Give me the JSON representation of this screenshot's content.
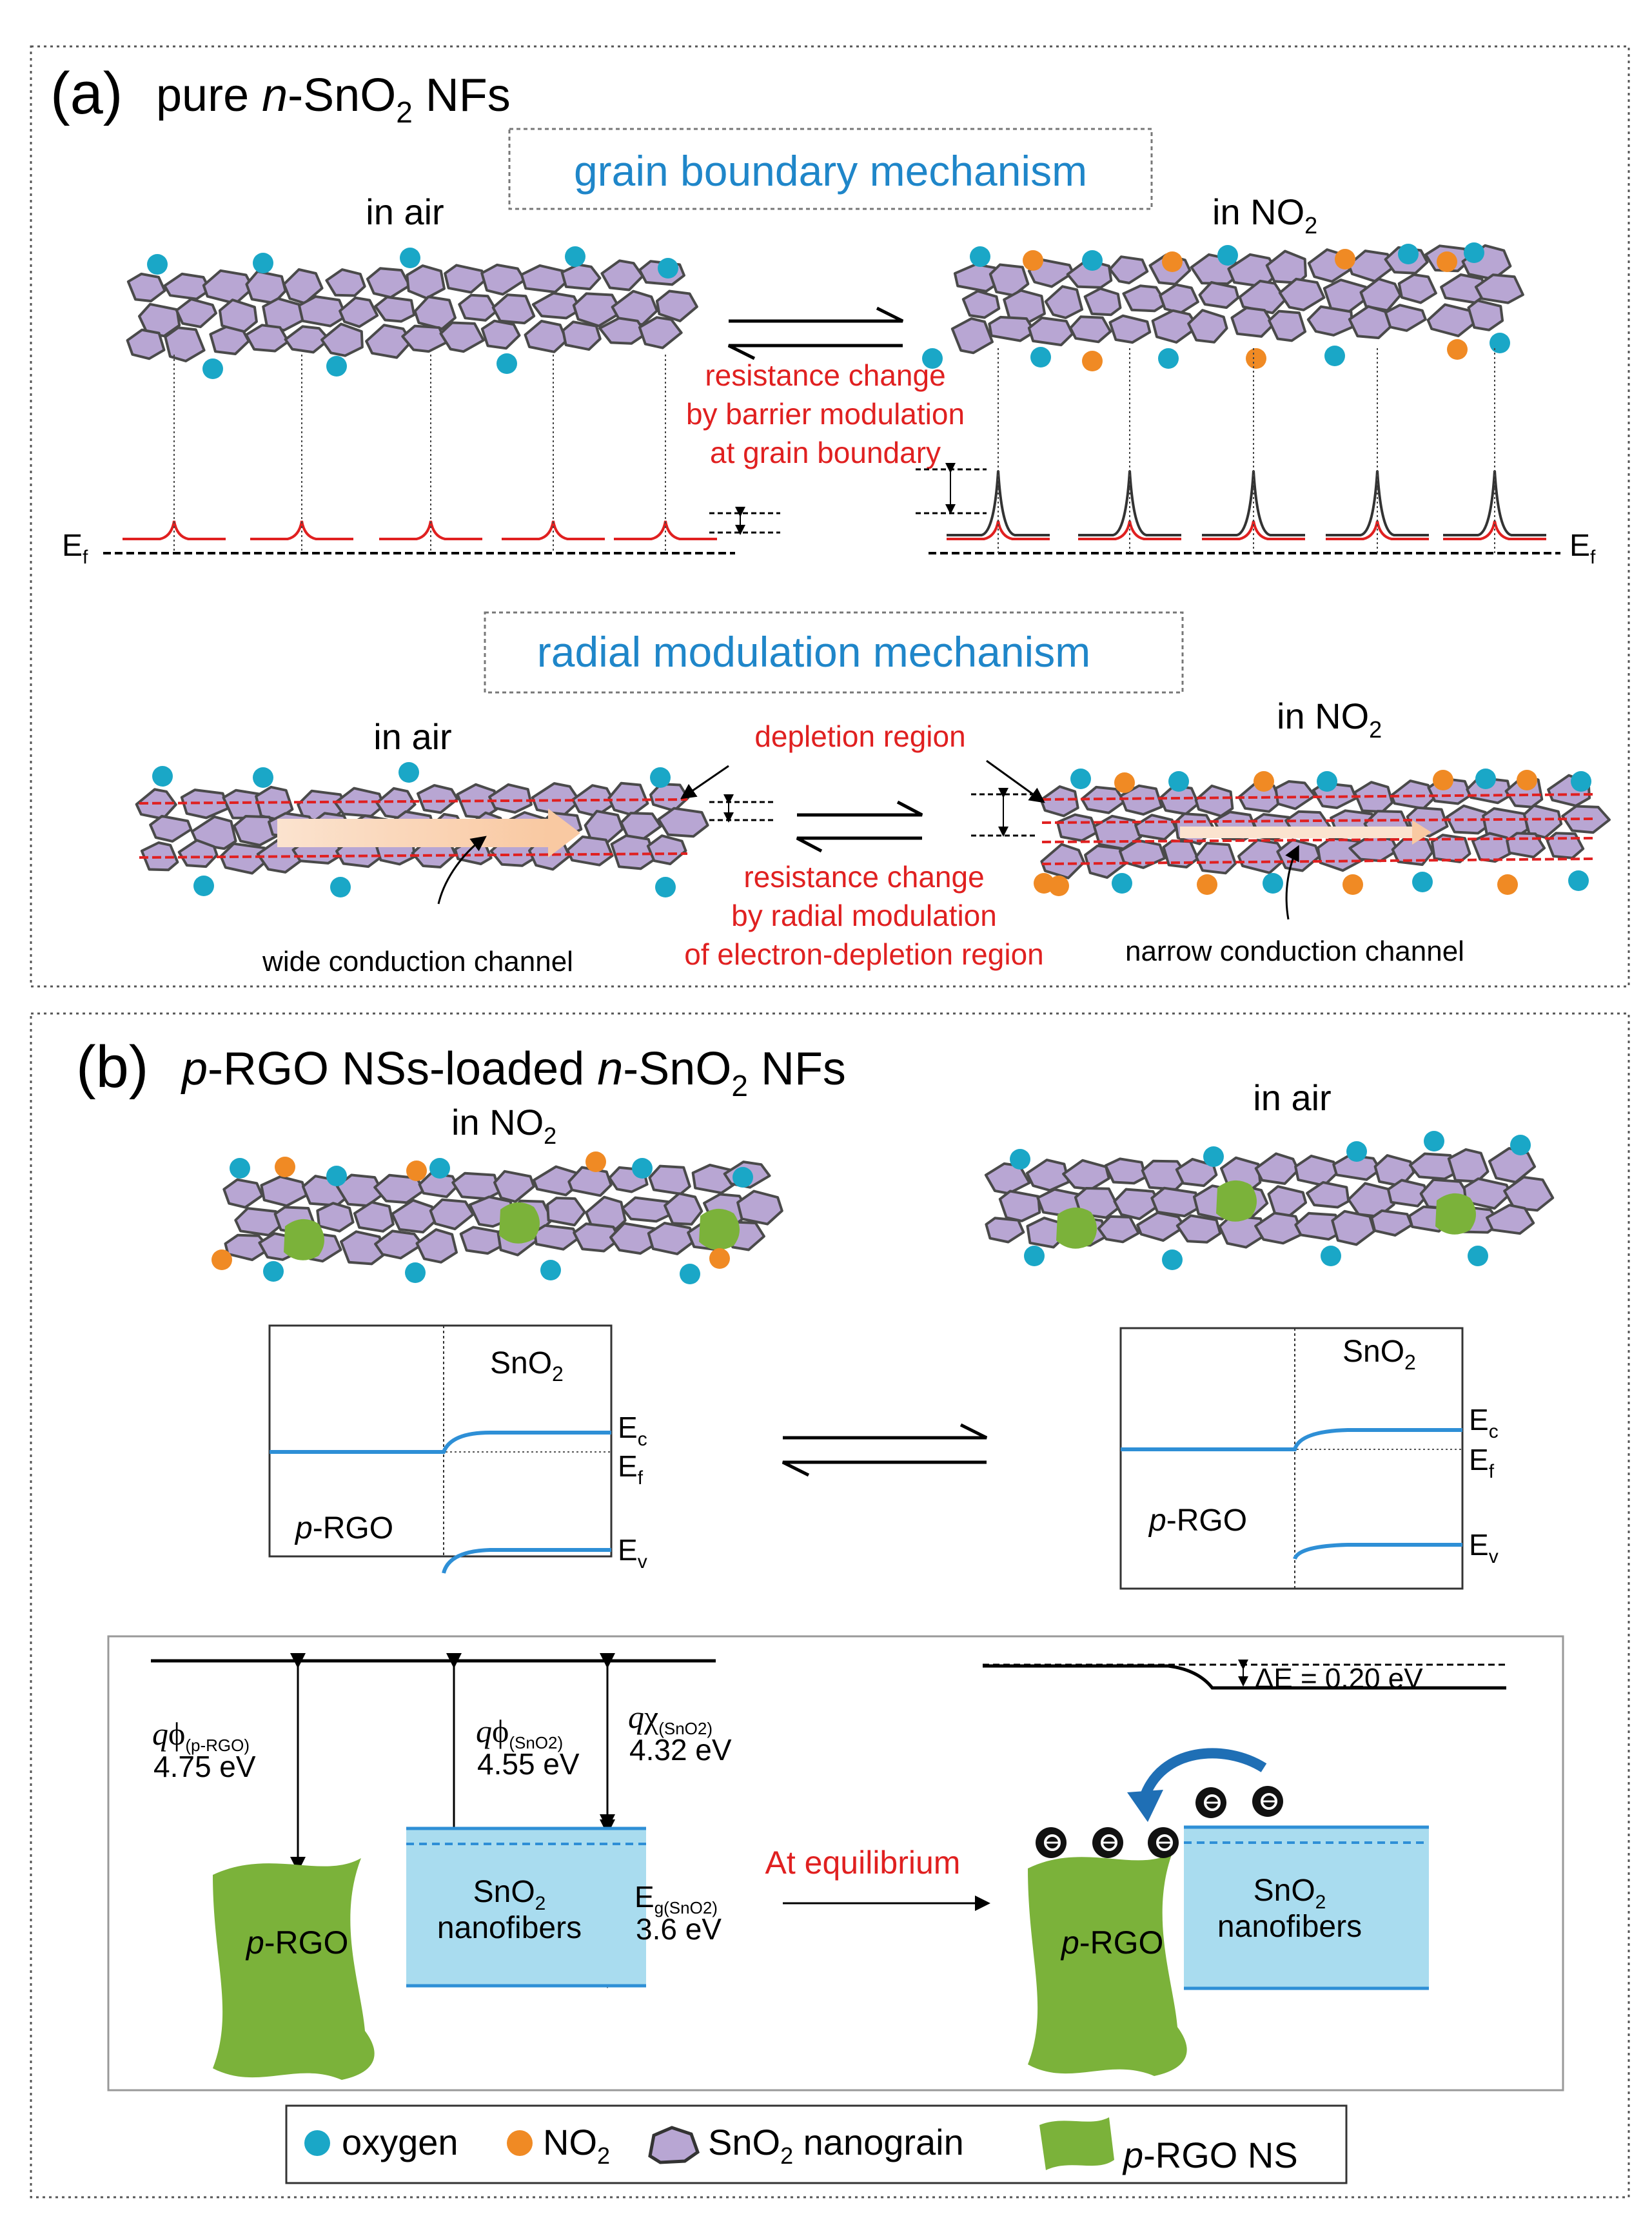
{
  "colors": {
    "grain_fill": "#b8a6d3",
    "grain_stroke": "#4a4a4a",
    "oxygen": "#1aa7c7",
    "no2": "#f08a24",
    "rgo_green": "#7bb23a",
    "sno2_box": "#a9dcef",
    "band_blue": "#2e8fd6",
    "red_text": "#e02020",
    "blue_text": "#1f86c9"
  },
  "panel_a": {
    "letter": "(a)",
    "title_prefix": "pure ",
    "title_italic": "n",
    "title_rest": "-SnO",
    "title_sub": "2",
    "title_end": " NFs",
    "grain_mech_title": "grain boundary mechanism",
    "in_air": "in air",
    "in_no2": "in NO",
    "no2_sub": "2",
    "gb_annotation": [
      "resistance change",
      "by barrier modulation",
      "at grain boundary"
    ],
    "ef": "E",
    "ef_sub": "f",
    "radial_mech_title": "radial modulation mechanism",
    "depletion_region": "depletion region",
    "radial_annotation": [
      "resistance change",
      "by radial modulation",
      "of electron-depletion region"
    ],
    "wide_channel": "wide conduction channel",
    "narrow_channel": "narrow conduction channel"
  },
  "panel_b": {
    "letter": "(b)",
    "title_italic_p": "p",
    "title_mid": "-RGO NSs-loaded ",
    "title_italic_n": "n",
    "title_rest": "-SnO",
    "title_sub": "2",
    "title_end": " NFs",
    "in_no2": "in NO",
    "no2_sub": "2",
    "in_air": "in air",
    "sno2": "SnO",
    "sno2_sub": "2",
    "prgo_italic": "p",
    "prgo_rest": "-RGO",
    "ec": "E",
    "ec_sub": "c",
    "ef": "E",
    "ef_sub": "f",
    "ev": "E",
    "ev_sub": "v",
    "phi_prgo_sub": "(p-RGO)",
    "phi_prgo_val": "4.75 eV",
    "phi_sno2_sub": "(SnO2)",
    "phi_sno2_val": "4.55 eV",
    "chi_sno2_sub": "(SnO2)",
    "chi_sno2_val": "4.32 eV",
    "eg_sub": "g(SnO2)",
    "eg_val": "3.6 eV",
    "nanofibers": "nanofibers",
    "at_equilibrium": "At equilibrium",
    "delta_e": "ΔE = 0.20 eV",
    "electron": "e"
  },
  "legend": {
    "oxygen": "oxygen",
    "no2": "NO",
    "no2_sub": "2",
    "sno2_grain": "SnO",
    "sno2_grain_sub": "2",
    "sno2_grain_rest": " nanograin",
    "prgo_italic": "p",
    "prgo_rest": "-RGO NS"
  }
}
